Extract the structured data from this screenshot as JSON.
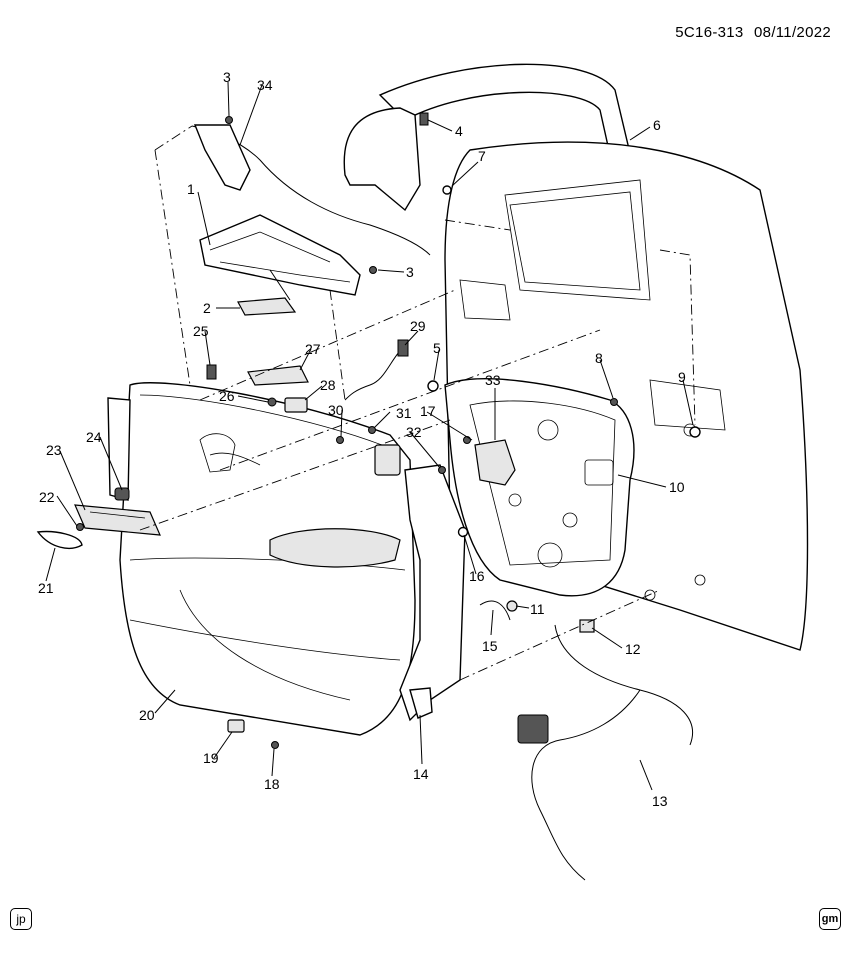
{
  "header": {
    "diagram_code": "5C16-313",
    "date": "08/11/2022"
  },
  "badges": {
    "left": "jp",
    "right": "gm"
  },
  "callouts": [
    "1",
    "2",
    "3",
    "3",
    "4",
    "5",
    "6",
    "7",
    "8",
    "9",
    "10",
    "11",
    "12",
    "13",
    "14",
    "15",
    "16",
    "17",
    "18",
    "19",
    "20",
    "21",
    "22",
    "23",
    "24",
    "25",
    "26",
    "27",
    "28",
    "29",
    "30",
    "31",
    "32",
    "33",
    "34"
  ]
}
